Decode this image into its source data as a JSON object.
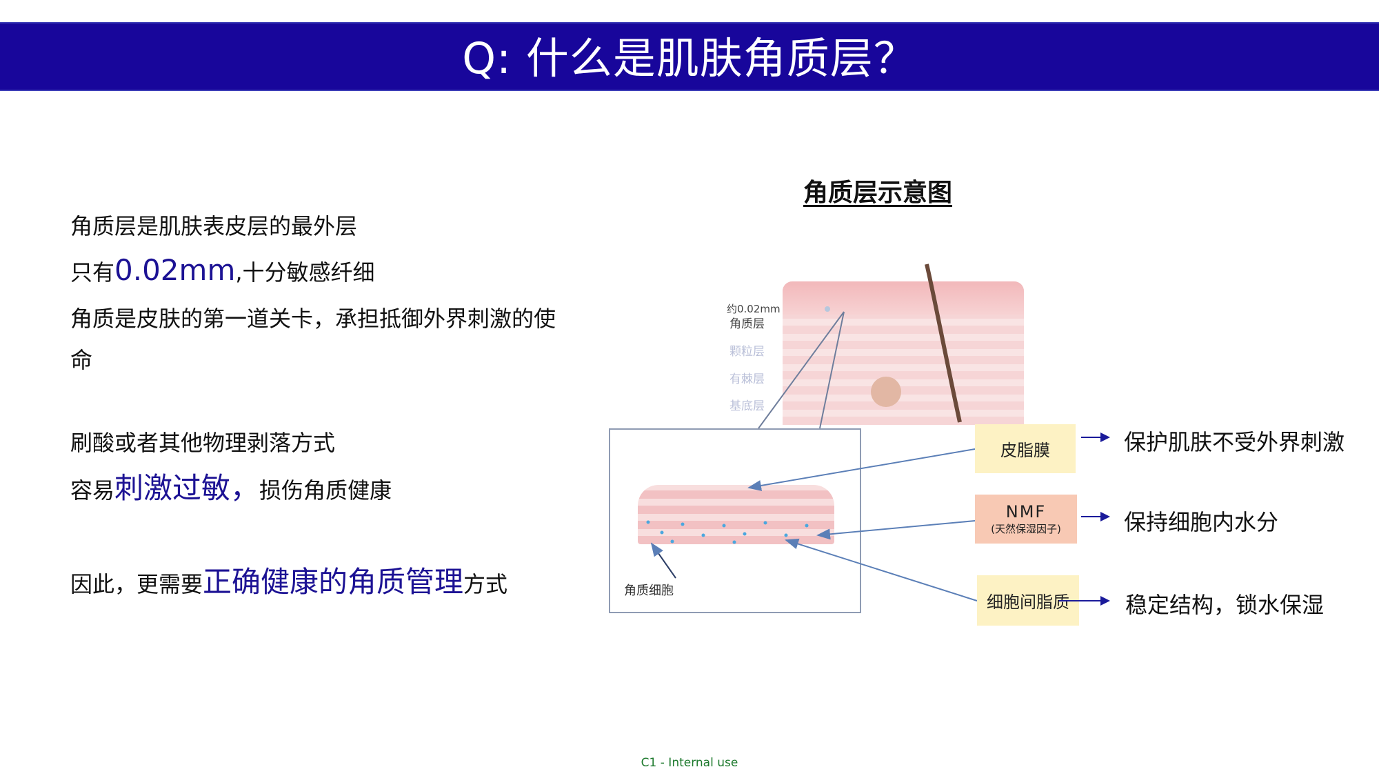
{
  "title": "Q: 什么是肌肤角质层？",
  "left": {
    "line1": "角质层是肌肤表皮层的最外层",
    "line2_a": "只有",
    "line2_b": "0.02mm",
    "line2_c": ",十分敏感纤细",
    "line3": "角质是皮肤的第一道关卡，承担抵御外界刺激的使",
    "line4": "命",
    "line5": "刷酸或者其他物理剥落方式",
    "line6_a": "容易",
    "line6_b": "刺激过敏，",
    "line6_c": "损伤角质健康",
    "line7_a": "因此，更需要",
    "line7_b": "正确健康的角质管理",
    "line7_c": "方式"
  },
  "diagram": {
    "title": "角质层示意图",
    "layer_thickness": "约0.02mm",
    "layers": [
      "角质层",
      "颗粒层",
      "有棘层",
      "基底层"
    ],
    "inset_label": "角质细胞",
    "components": [
      {
        "name": "皮脂膜",
        "sub": "",
        "effect": "保护肌肤不受外界刺激",
        "color": "#fdf2c4"
      },
      {
        "name": "NMF",
        "sub": "(天然保湿因子)",
        "effect": "保持细胞内水分",
        "color": "#f8c9b4"
      },
      {
        "name": "细胞间脂质",
        "sub": "",
        "effect": "稳定结构，锁水保湿",
        "color": "#fdf2c4"
      }
    ]
  },
  "footer": "C1 - Internal use"
}
